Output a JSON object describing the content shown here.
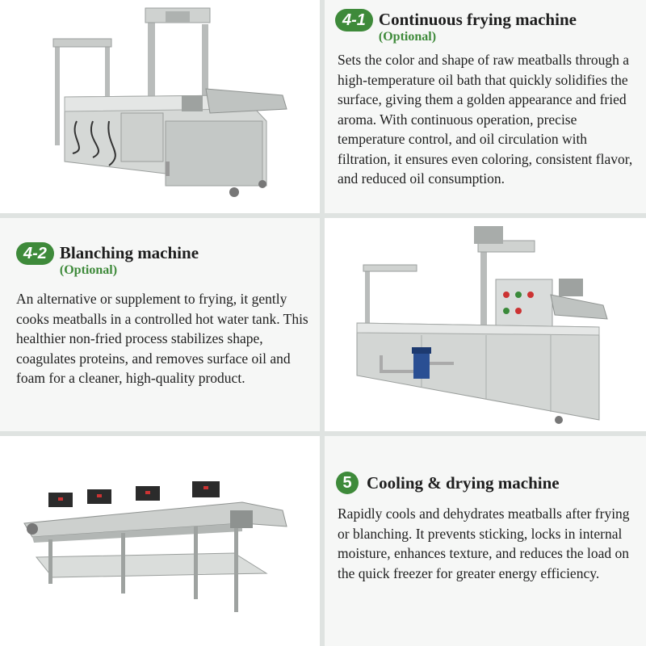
{
  "sections": {
    "fryer": {
      "badge": "4-1",
      "title": "Continuous frying machine",
      "optional": "(Optional)",
      "body": "Sets the color and shape of raw meatballs through a high-temperature oil bath that quickly solidifies the surface, giving them a golden appearance and fried aroma. With continuous operation, precise temperature control, and oil circulation with filtration, it ensures even coloring, consistent flavor, and reduced oil consumption."
    },
    "blancher": {
      "badge": "4-2",
      "title": "Blanching machine",
      "optional": "(Optional)",
      "body": "An alternative or supplement to frying, it gently cooks meatballs in a controlled hot water tank. This healthier non-fried process stabilizes shape, coagulates proteins, and removes surface oil and foam for a cleaner, high-quality product."
    },
    "cooler": {
      "badge": "5",
      "title": "Cooling & drying machine",
      "body": "Rapidly cools and dehydrates meatballs after frying or blanching. It prevents sticking, locks in internal moisture, enhances texture, and reduces the load on the quick freezer for greater energy efficiency."
    }
  },
  "images": {
    "fryer": "continuous-frying-machine-photo",
    "blancher": "blanching-machine-photo",
    "cooler": "cooling-drying-machine-photo"
  },
  "colors": {
    "accent": "#3e8a3a",
    "panel": "#f6f7f6",
    "steel": "#c9ccca"
  }
}
